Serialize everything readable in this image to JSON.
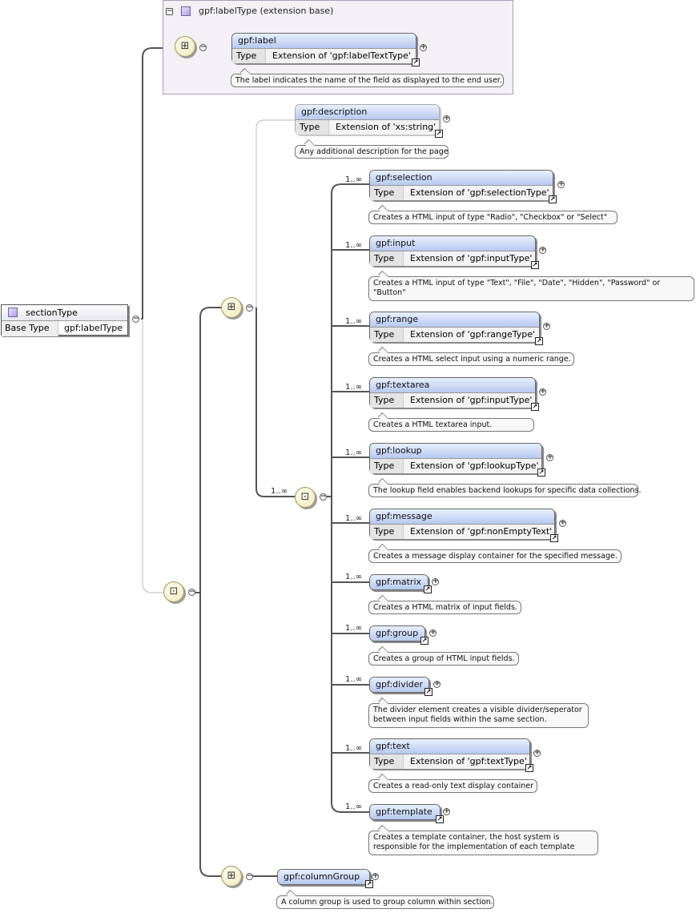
{
  "extension_panel": {
    "title": "gpf:labelType (extension base)"
  },
  "section_type": {
    "name": "sectionType",
    "base_key": "Base Type",
    "base_value": "gpf:labelType"
  },
  "type_key": "Type",
  "label": {
    "name": "gpf:label",
    "type": "Extension of 'gpf:labelTextType'",
    "doc": "The label indicates the name of the field as displayed to the end user."
  },
  "description": {
    "name": "gpf:description",
    "type": "Extension of 'xs:string'",
    "doc": "Any additional description for the page"
  },
  "choice_occurrence": "1..∞",
  "elements": [
    {
      "name": "gpf:selection",
      "occ": "1..∞",
      "type": "Extension of 'gpf:selectionType'",
      "doc": [
        "Creates a HTML input of type \"Radio\", \"Checkbox\" or \"Select\""
      ]
    },
    {
      "name": "gpf:input",
      "occ": "1..∞",
      "type": "Extension of 'gpf:inputType'",
      "doc": [
        "Creates a HTML input of type \"Text\", \"File\", \"Date\", \"Hidden\", \"Password\" or",
        "\"Button\""
      ]
    },
    {
      "name": "gpf:range",
      "occ": "1..∞",
      "type": "Extension of 'gpf:rangeType'",
      "doc": [
        "Creates a HTML select input using a numeric range."
      ]
    },
    {
      "name": "gpf:textarea",
      "occ": "1..∞",
      "type": "Extension of 'gpf:inputType'",
      "doc": [
        "Creates a HTML textarea input."
      ]
    },
    {
      "name": "gpf:lookup",
      "occ": "1..∞",
      "type": "Extension of 'gpf:lookupType'",
      "doc": [
        "The lookup field enables backend lookups for specific data collections."
      ]
    },
    {
      "name": "gpf:message",
      "occ": "1..∞",
      "type": "Extension of 'gpf:nonEmptyText'",
      "doc": [
        "Creates a message display container for the specified message."
      ]
    },
    {
      "name": "gpf:matrix",
      "occ": "1..∞",
      "type": "",
      "doc": [
        "Creates a HTML matrix of input fields."
      ]
    },
    {
      "name": "gpf:group",
      "occ": "1..∞",
      "type": "",
      "doc": [
        "Creates a group of HTML input fields."
      ]
    },
    {
      "name": "gpf:divider",
      "occ": "1..∞",
      "type": "",
      "doc": [
        "The divider element creates a visible divider/seperator",
        "between input fields within the same section."
      ]
    },
    {
      "name": "gpf:text",
      "occ": "1..∞",
      "type": "Extension of 'gpf:textType'",
      "doc": [
        "Creates a read-only text display container"
      ]
    },
    {
      "name": "gpf:template",
      "occ": "1..∞",
      "type": "",
      "doc": [
        "Creates a template container, the host system is",
        "responsible for the implementation of each template"
      ]
    }
  ],
  "column_group": {
    "name": "gpf:columnGroup",
    "doc": "A column group is used to group column within section."
  },
  "icons": {
    "sequence": "sequence-icon",
    "choice": "choice-icon",
    "expand": "expand-plus-icon",
    "collapse": "collapse-minus-icon",
    "link": "link-arrow-icon"
  }
}
